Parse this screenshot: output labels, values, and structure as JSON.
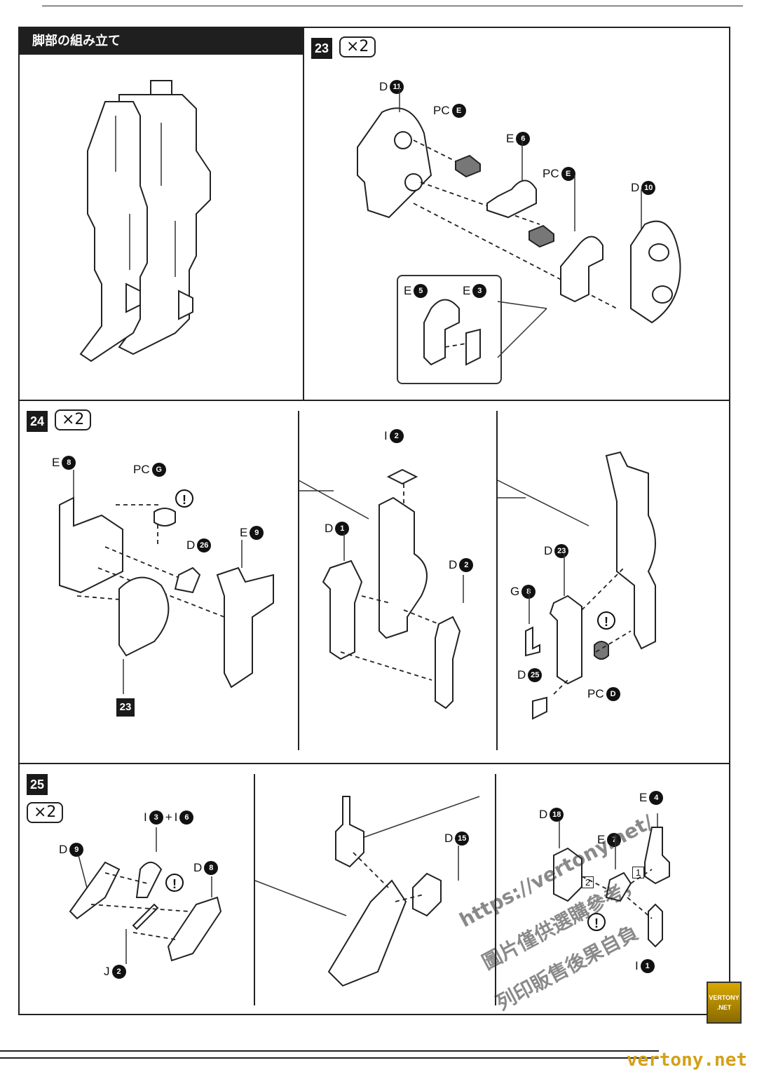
{
  "section_title": "脚部の組み立て",
  "steps": [
    {
      "number": "23",
      "quantity": "×2"
    },
    {
      "number": "24",
      "quantity": "×2"
    },
    {
      "number": "25",
      "quantity": "×2"
    }
  ],
  "step23_labels": {
    "d11": {
      "letter": "D",
      "num": "11"
    },
    "pce1": {
      "letter": "PC",
      "num": "E"
    },
    "e6": {
      "letter": "E",
      "num": "6"
    },
    "pce2": {
      "letter": "PC",
      "num": "E"
    },
    "d10": {
      "letter": "D",
      "num": "10"
    },
    "e5": {
      "letter": "E",
      "num": "5"
    },
    "e3": {
      "letter": "E",
      "num": "3"
    }
  },
  "step24_labels": {
    "e8": {
      "letter": "E",
      "num": "8"
    },
    "pcg": {
      "letter": "PC",
      "num": "G"
    },
    "d26": {
      "letter": "D",
      "num": "26"
    },
    "e9": {
      "letter": "E",
      "num": "9"
    },
    "ref23": "23",
    "i2": {
      "letter": "I",
      "num": "2"
    },
    "d1": {
      "letter": "D",
      "num": "1"
    },
    "d2": {
      "letter": "D",
      "num": "2"
    },
    "d23": {
      "letter": "D",
      "num": "23"
    },
    "g8": {
      "letter": "G",
      "num": "8"
    },
    "d25": {
      "letter": "D",
      "num": "25"
    },
    "pcd": {
      "letter": "PC",
      "num": "D"
    }
  },
  "step25_labels": {
    "d9": {
      "letter": "D",
      "num": "9"
    },
    "i3": {
      "letter": "I",
      "num": "3"
    },
    "plus": "+",
    "i6": {
      "letter": "I",
      "num": "6"
    },
    "d8": {
      "letter": "D",
      "num": "8"
    },
    "j2": {
      "letter": "J",
      "num": "2"
    },
    "d15": {
      "letter": "D",
      "num": "15"
    },
    "d18": {
      "letter": "D",
      "num": "18"
    },
    "e_blank": {
      "letter": "E",
      "num": "7"
    },
    "e4": {
      "letter": "E",
      "num": "4"
    },
    "i1": {
      "letter": "I",
      "num": "1"
    },
    "order1": "1",
    "order2": "2"
  },
  "warning_symbol": "!",
  "watermark": {
    "line1": "https://vertony.net/",
    "line2": "圖片僅供選購參考，",
    "line3": "列印販售後果自負"
  },
  "badge": {
    "line1": "VERTONY",
    "line2": ".NET"
  },
  "footer_url": "vertony.net"
}
